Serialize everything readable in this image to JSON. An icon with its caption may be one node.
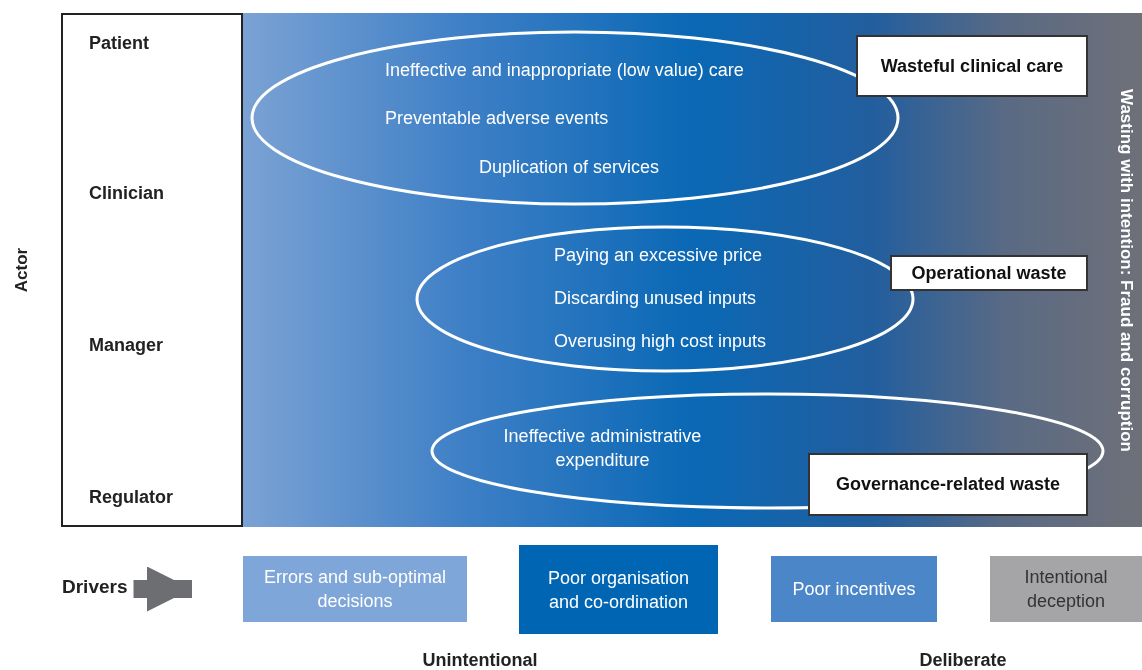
{
  "diagram": {
    "nodes": [
      {
        "text": [
          "Patient",
          "Clinician",
          "Manager",
          "Regulator"
        ]
      },
      {
        "text": [
          "Wasting with intention: Fraud and corruption"
        ]
      },
      {
        "text": [
          "Ineffective and inappropriate (low value) care",
          "Preventable adverse events",
          "Duplication of services"
        ],
        "in": 1
      },
      {
        "text": [
          "Wasteful clinical care"
        ],
        "in": 1
      },
      {
        "text": [
          "Paying an excessive price",
          "Discarding unused inputs",
          "Overusing high cost inputs"
        ],
        "in": 1
      },
      {
        "text": [
          "Operational waste"
        ],
        "in": 1
      },
      {
        "text": [
          "Ineffective administrative expenditure"
        ],
        "in": 1
      },
      {
        "text": [
          "Governance-related waste"
        ],
        "in": 1
      },
      {
        "text": [
          "Drivers"
        ]
      },
      {
        "text": [
          "Errors and sub-optimal decisions"
        ]
      },
      {
        "text": [
          "Poor organisation and co-ordination"
        ]
      },
      {
        "text": [
          "Poor incentives"
        ]
      },
      {
        "text": [
          "Intentional deception"
        ]
      }
    ],
    "edges": [
      {
        "from": 8,
        "to": 9,
        "arrow": "to"
      }
    ],
    "labels": [
      "Actor",
      "Unintentional",
      "Deliberate"
    ]
  }
}
